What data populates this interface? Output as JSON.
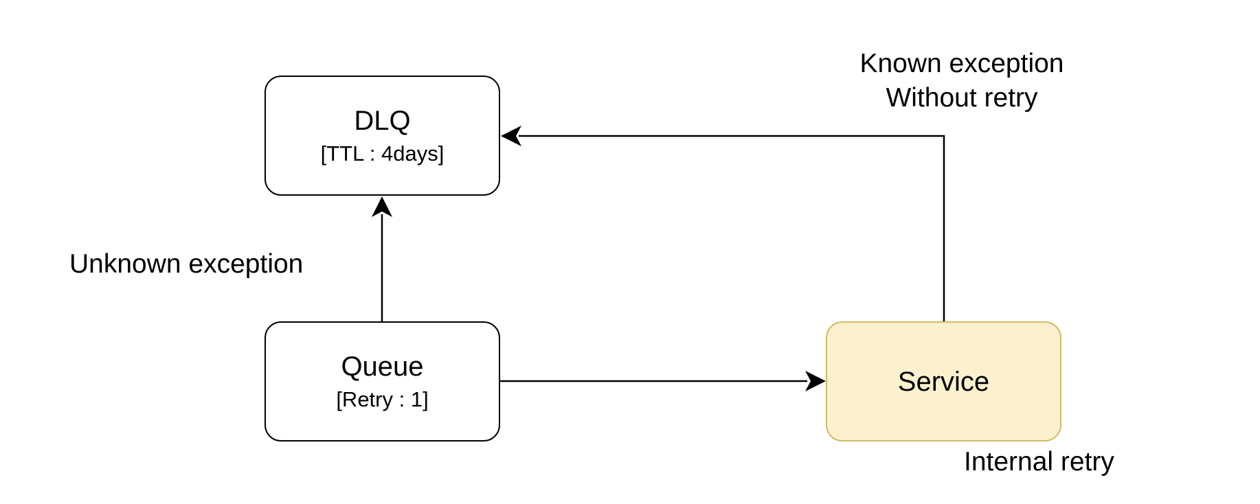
{
  "nodes": {
    "dlq": {
      "title": "DLQ",
      "subtitle": "[TTL : 4days]"
    },
    "queue": {
      "title": "Queue",
      "subtitle": "[Retry : 1]"
    },
    "service": {
      "title": "Service"
    }
  },
  "edge_labels": {
    "known_exception": {
      "line1": "Known exception",
      "line2": "Without retry"
    },
    "unknown_exception": "Unknown exception",
    "internal_retry": "Internal retry"
  },
  "edges": [
    {
      "from": "queue",
      "to": "dlq",
      "label": "unknown_exception"
    },
    {
      "from": "queue",
      "to": "service"
    },
    {
      "from": "service",
      "to": "dlq",
      "label": "known_exception"
    }
  ],
  "colors": {
    "service_fill": "#fcf1cf",
    "service_border": "#d4b96a",
    "stroke": "#000000"
  }
}
